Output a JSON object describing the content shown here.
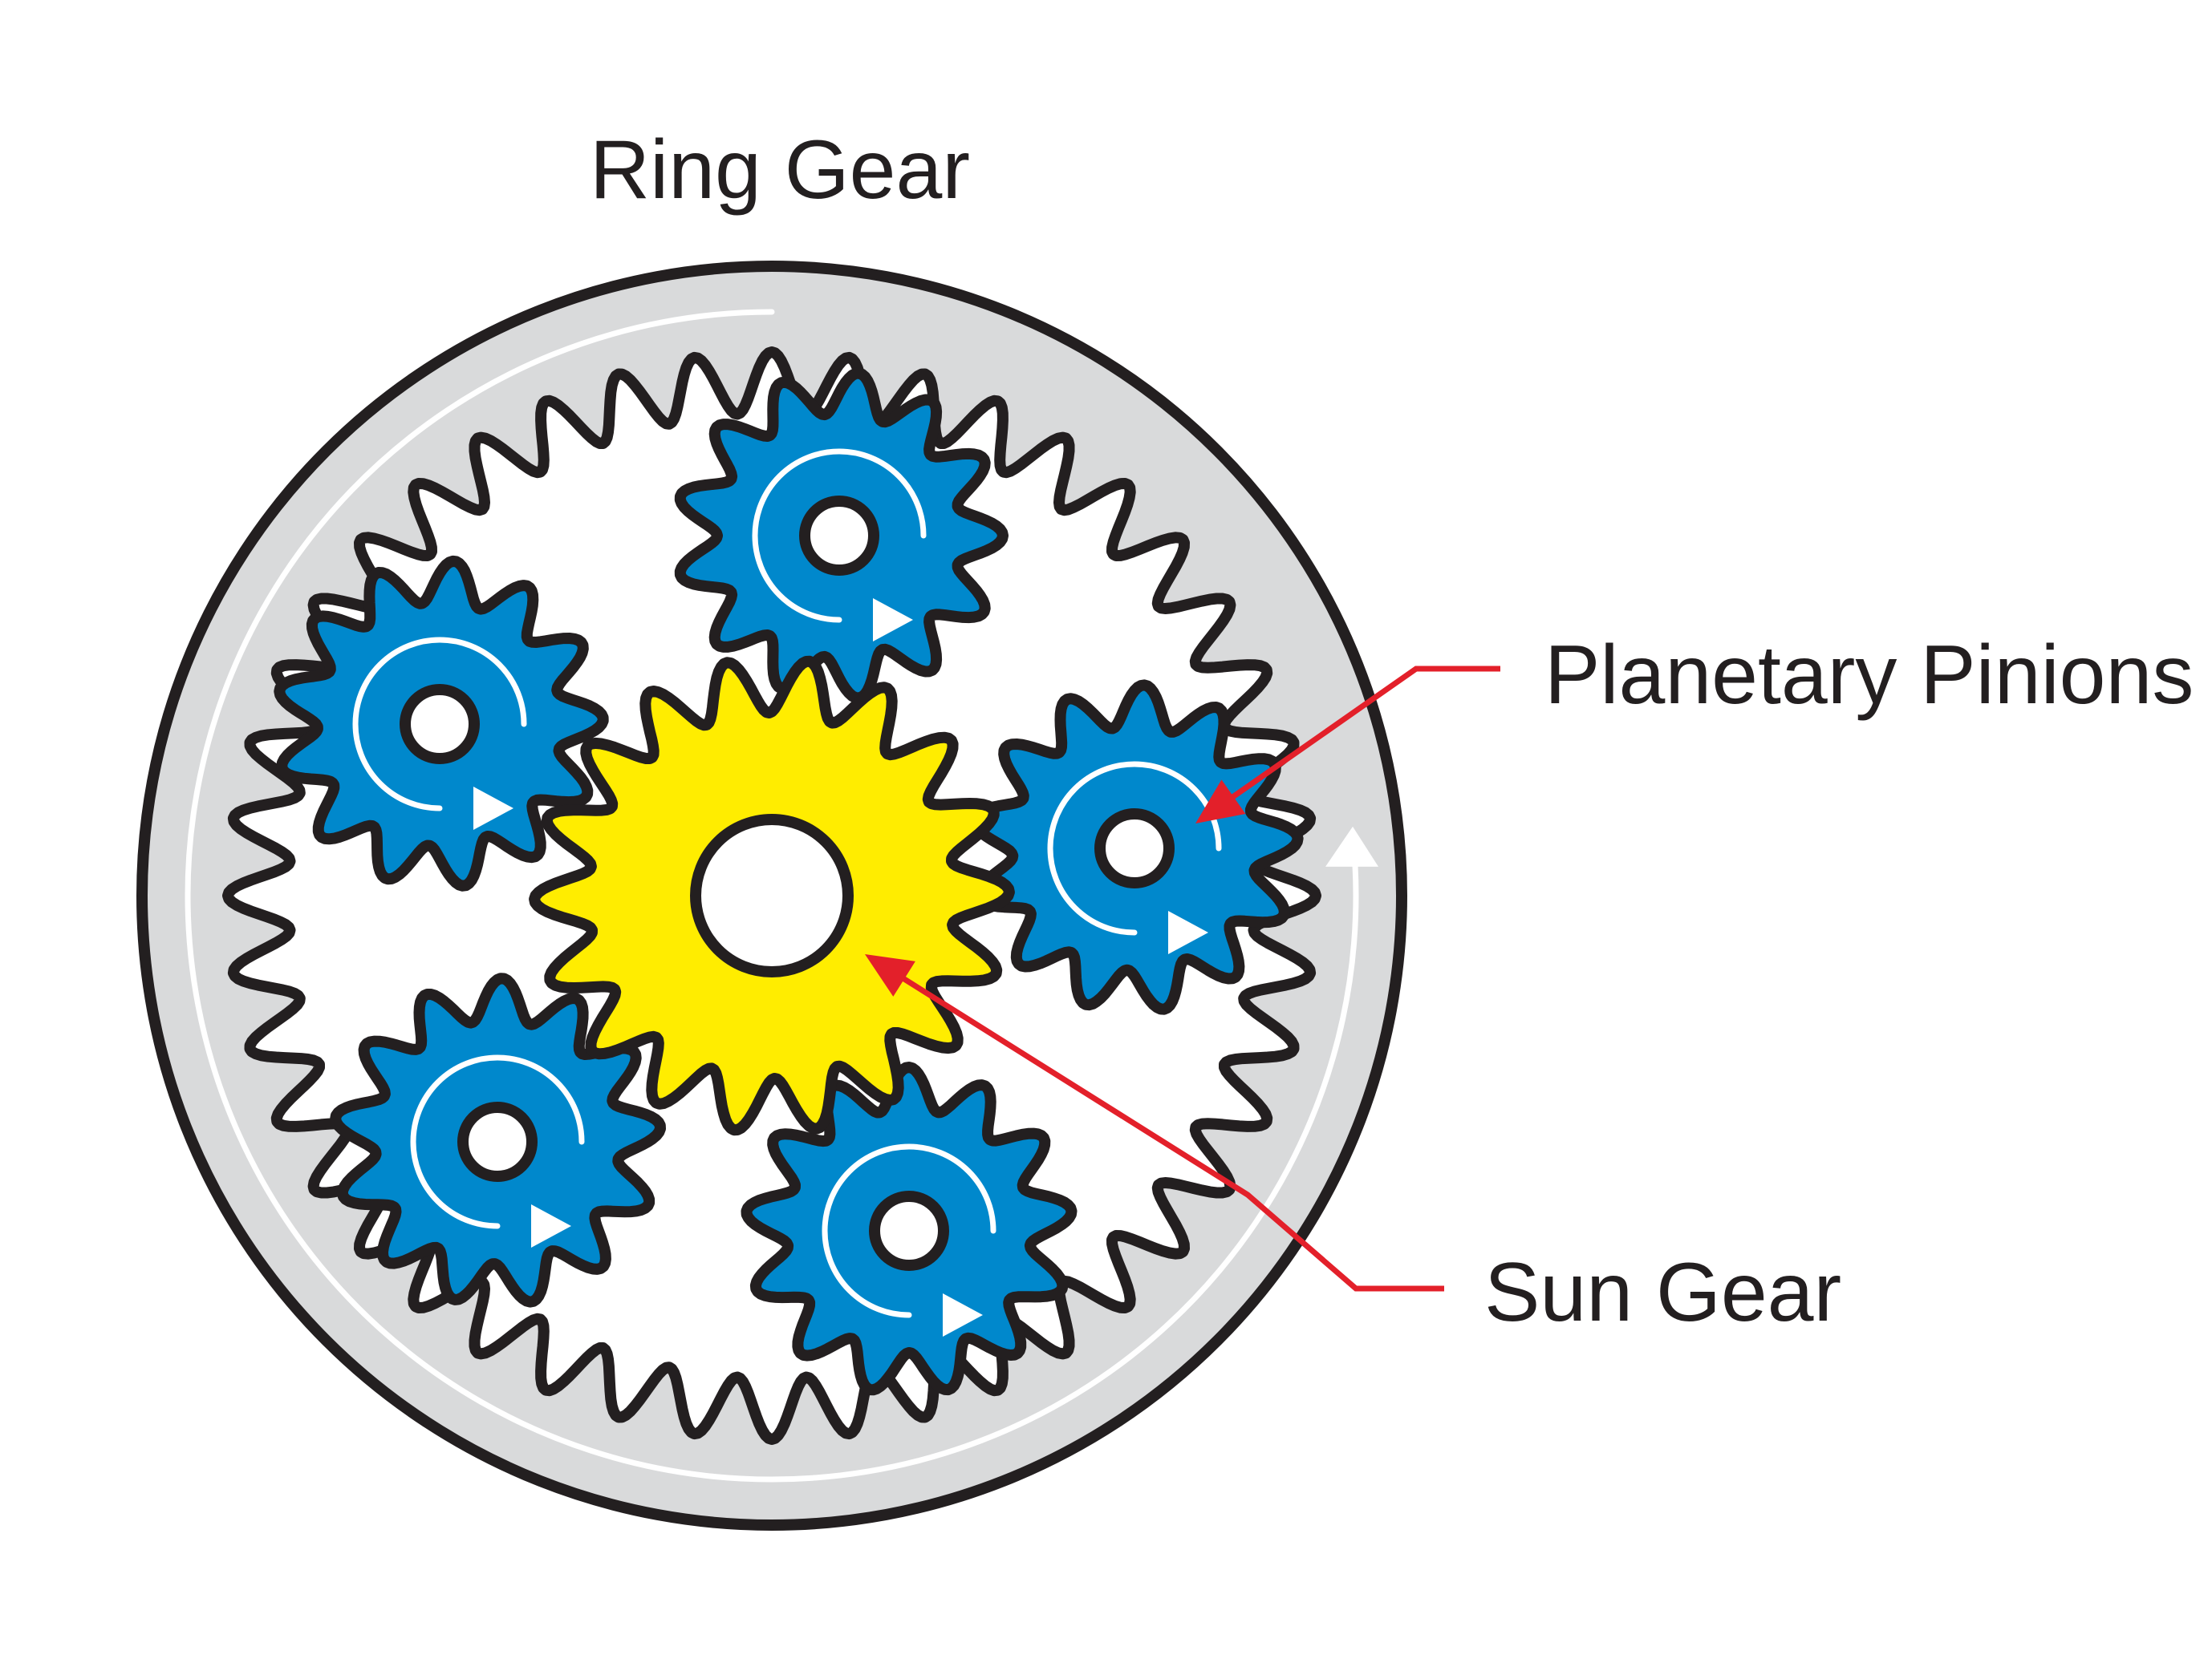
{
  "labels": {
    "ring_gear": "Ring Gear",
    "planetary_pinions": "Planetary Pinions",
    "sun_gear": "Sun Gear"
  },
  "colors": {
    "ring_fill": "#d9dadb",
    "outline": "#231f20",
    "pinion": "#0088cc",
    "sun": "#ffed00",
    "leader": "#e3202a",
    "background": "#ffffff"
  },
  "parts": {
    "ring_gear_teeth": 44,
    "pinion_count": 5,
    "pinion_teeth": 13,
    "sun_gear_teeth": 18
  },
  "icons": {
    "pinion_rotation": "clockwise-arrow-icon",
    "ring_rotation": "counterclockwise-arrow-icon"
  }
}
